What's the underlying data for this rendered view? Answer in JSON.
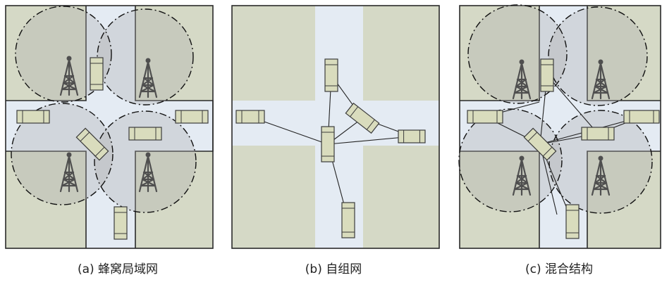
{
  "panels": [
    {
      "id": "a",
      "caption": "(a) 蜂窝局域网"
    },
    {
      "id": "b",
      "caption": "(b) 自组网"
    },
    {
      "id": "c",
      "caption": "(c) 混合结构"
    }
  ],
  "colors": {
    "block": "#d5d9c6",
    "road": "#e4ebf3",
    "border": "#2a2a2a",
    "coverage": "rgba(170,170,170,0.32)",
    "vehicle_fill": "#d9dcbd",
    "vehicle_stroke": "#3c3c3c",
    "tower": "#4f4f4f",
    "link": "#222222"
  }
}
